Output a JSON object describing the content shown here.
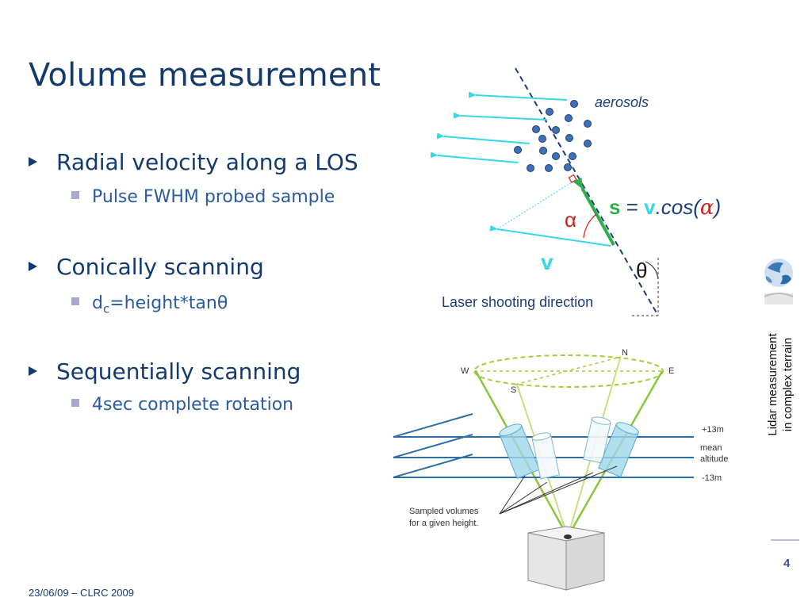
{
  "slide": {
    "title": "Volume measurement",
    "bullets": [
      {
        "text": "Radial velocity along a LOS",
        "sub": "Pulse FWHM probed sample"
      },
      {
        "text": "Conically scanning",
        "sub_d": "d",
        "sub_c": "c",
        "sub_rest": "=height*tanθ"
      },
      {
        "text": "Sequentially scanning",
        "sub": "4sec complete rotation"
      }
    ],
    "side_text_line1": "Lidar measurement",
    "side_text_line2": "in complex terrain",
    "page_number": "4",
    "footer": "23/06/09 – CLRC 2009"
  },
  "diagram_top": {
    "aerosols": "aerosols",
    "formula_s": "s",
    "formula_eq": " = ",
    "formula_v": "v",
    "formula_cos": ".cos(",
    "formula_alpha": "α",
    "formula_close": ")",
    "alpha_label": "α",
    "v_label": "v",
    "theta_label": "θ",
    "laser_label": "Laser shooting direction"
  },
  "diagram_bottom": {
    "w": "W",
    "n": "N",
    "e": "E",
    "s": "S",
    "plus13": "+13m",
    "mean": "mean",
    "altitude": "altitude",
    "minus13": "-13m",
    "sampled1": "Sampled volumes",
    "sampled2": "for a given height."
  },
  "colors": {
    "title": "#123a6e",
    "sub": "#2b5aa0",
    "cyan": "#37d8e6",
    "green": "#2db04a",
    "navy": "#1d3d7a"
  }
}
